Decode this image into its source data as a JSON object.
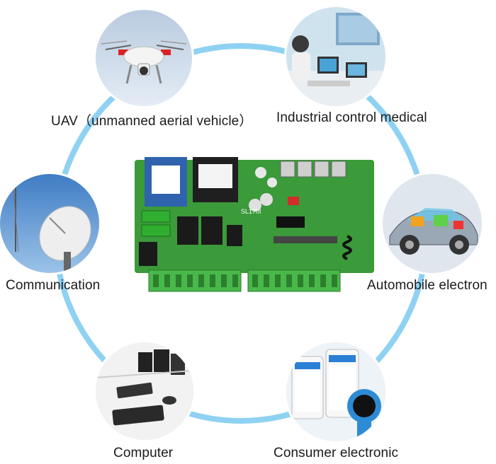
{
  "colors": {
    "ring": "#8fd1f2",
    "pcb": "#3b9a3a",
    "text": "#1b1b1b"
  },
  "applications": [
    {
      "label": "UAV（unmanned aerial vehicle）",
      "icon": "drone-photo"
    },
    {
      "label": "Industrial control medical",
      "icon": "control-room-photo"
    },
    {
      "label": "Communication",
      "icon": "satellite-dish-photo"
    },
    {
      "label": "Automobile electron",
      "icon": "car-electronics-photo"
    },
    {
      "label": "Computer",
      "icon": "computer-lab-photo"
    },
    {
      "label": "Consumer electronic",
      "icon": "smartphone-watch-photo"
    }
  ],
  "board": {
    "icon": "control-board-photo",
    "marking": "SL170I"
  }
}
